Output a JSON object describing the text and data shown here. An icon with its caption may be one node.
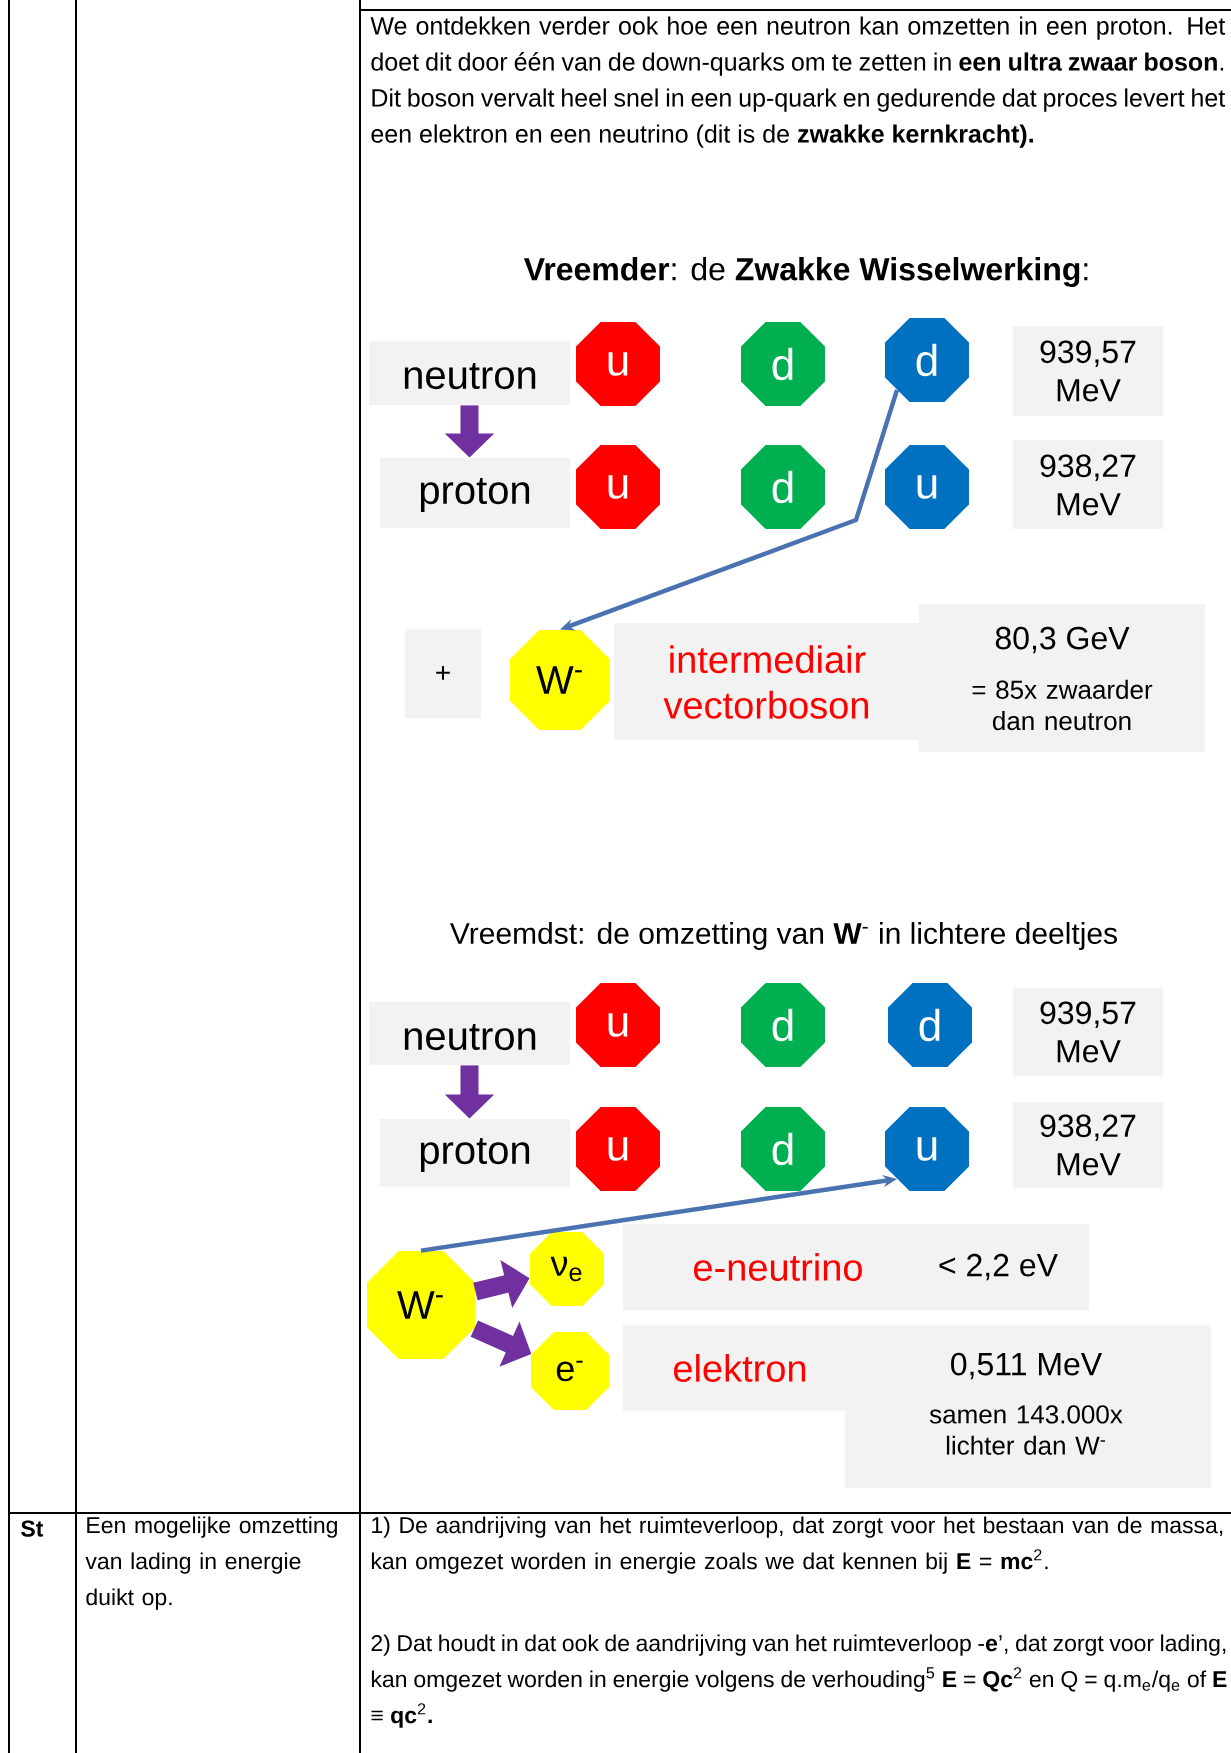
{
  "diagram": {
    "nodes": [
      {
        "text": [
          "neutron"
        ]
      },
      {
        "text": [
          "u"
        ]
      },
      {
        "text": [
          "d"
        ]
      },
      {
        "text": [
          "d"
        ]
      },
      {
        "text": [
          "939,57 MeV"
        ]
      },
      {
        "text": [
          "proton"
        ]
      },
      {
        "text": [
          "u"
        ]
      },
      {
        "text": [
          "d"
        ]
      },
      {
        "text": [
          "u"
        ]
      },
      {
        "text": [
          "938,27 MeV"
        ]
      },
      {
        "text": [
          "+"
        ]
      },
      {
        "text": [
          "W$^{-}$"
        ]
      },
      {
        "text": [
          "intermediair vectorboson"
        ]
      },
      {
        "text": [
          "80,3 GeV",
          "= 85x zwaarder dan neutron"
        ]
      },
      {
        "text": [
          "neutron"
        ]
      },
      {
        "text": [
          "u"
        ]
      },
      {
        "text": [
          "d"
        ]
      },
      {
        "text": [
          "d"
        ]
      },
      {
        "text": [
          "939,57 MeV"
        ]
      },
      {
        "text": [
          "proton"
        ]
      },
      {
        "text": [
          "u"
        ]
      },
      {
        "text": [
          "d"
        ]
      },
      {
        "text": [
          "u"
        ]
      },
      {
        "text": [
          "938,27 MeV"
        ]
      },
      {
        "text": [
          "ν$_{e}$"
        ]
      },
      {
        "text": [
          "W$^{-}$"
        ]
      },
      {
        "text": [
          "e-neutrino",
          "< 2,2 eV"
        ]
      },
      {
        "text": [
          "e$^{-}$"
        ]
      },
      {
        "text": [
          "elektron"
        ]
      },
      {
        "text": [
          "0,511 MeV",
          "samen 143.000x lichter dan W$^{-}$"
        ]
      }
    ],
    "edges": [
      {
        "from": 0,
        "to": 5,
        "arrow": "to"
      },
      {
        "from": 3,
        "to": 11,
        "arrow": "to",
        "color": "#4a72b0"
      },
      {
        "from": 14,
        "to": 19,
        "arrow": "to"
      },
      {
        "from": 25,
        "to": 22,
        "arrow": "to",
        "color": "#4a72b0"
      },
      {
        "from": 25,
        "to": 24,
        "arrow": "to"
      },
      {
        "from": 25,
        "to": 27,
        "arrow": "to"
      }
    ],
    "labels": [
      "We ontdekken verder ook hoe een neutron kan omzetten in een proton. Het doet dit door één van de down-quarks om te zetten in **een ultra zwaar boson**. Dit boson vervalt heel snel in een up-quark en gedurende dat proces levert het een elektron en een neutrino (dit is de **zwakke kernkracht).**",
      "**Vreemder**: de **Zwakke Wisselwerking**:",
      "Vreemdst: de omzetting van **W**$^{-}$ in lichtere deeltjes",
      "St",
      "Een mogelijke omzetting van lading in energie duikt op.",
      "1) De aandrijving van het ruimteverloop, dat zorgt voor het bestaan van de massa, kan omgezet worden in energie zoals we dat kennen bij **E** = **mc**$^{2}$.",
      "2) Dat houdt in dat ook de aandrijving van het ruimteverloop -**e**’, dat zorgt voor lading, kan omgezet worden in energie volgens de verhouding$^{5}$ **E** = **Qc**$^{2}$ en Q = q.m$_{e}$/q$_{e}$ of **E ≡ qc**$^{2}$**.**"
    ]
  }
}
